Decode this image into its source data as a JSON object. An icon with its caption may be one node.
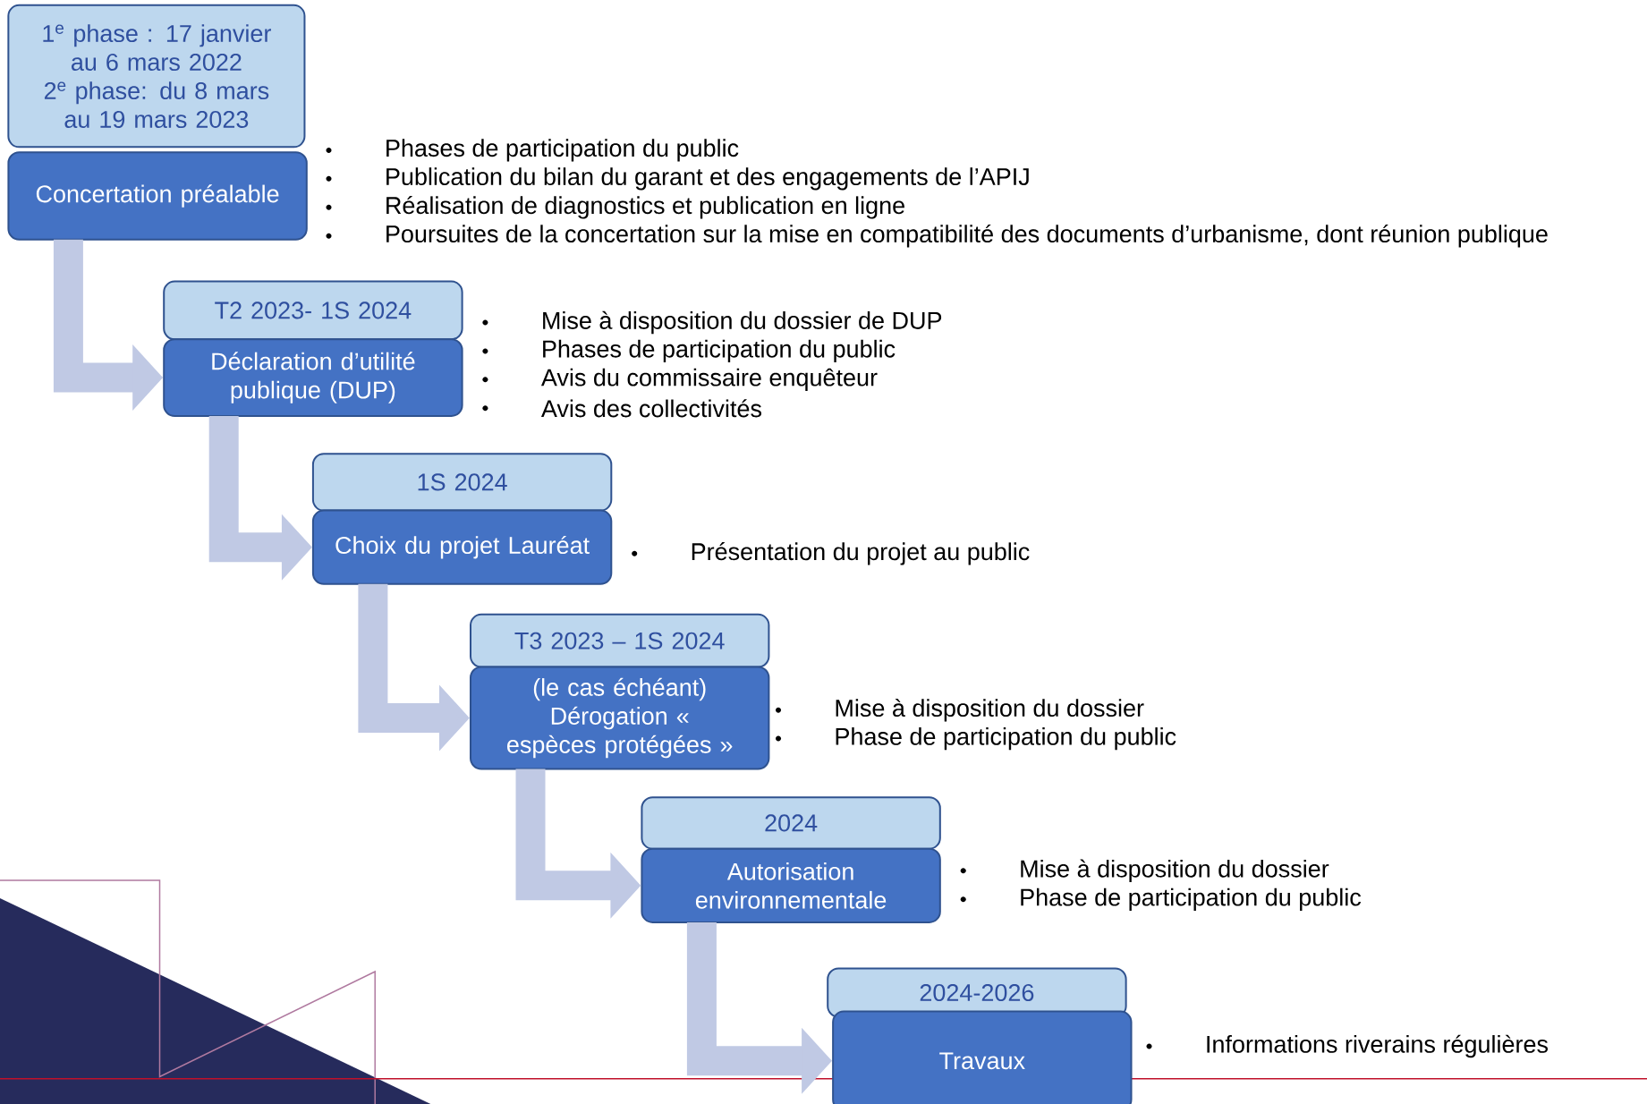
{
  "diagram": {
    "nodes": [
      {
        "text": [
          "1$^{e}$ phase : 17 janvier au 6 mars 2022",
          "2$^{e}$ phase: du 8 mars au 19 mars 2023"
        ]
      },
      {
        "text": [
          "Concertation préalable"
        ],
        "beside": [
          "Phases de participation du public",
          "Publication du bilan du garant et des engagements de l’APIJ",
          "Réalisation de diagnostics et publication en ligne",
          "Poursuites de la concertation sur la mise en compatibilité des documents d’urbanisme, dont réunion publique"
        ]
      },
      {
        "text": [
          "T2 2023- 1S 2024"
        ]
      },
      {
        "text": [
          "Déclaration d’utilité publique (DUP)"
        ],
        "beside": [
          "Mise à disposition du dossier de DUP",
          "Phases de participation du public",
          "Avis du commissaire enquêteur",
          "Avis des collectivités"
        ]
      },
      {
        "text": [
          "1S 2024"
        ]
      },
      {
        "text": [
          "Choix du projet Lauréat"
        ],
        "beside": [
          "Présentation du projet au public"
        ]
      },
      {
        "text": [
          "T3 2023 – 1S 2024"
        ]
      },
      {
        "text": [
          "(le cas échéant) Dérogation « espèces protégées »"
        ],
        "beside": [
          "Mise à disposition du dossier",
          "Phase de participation du public"
        ]
      },
      {
        "text": [
          "2024"
        ]
      },
      {
        "text": [
          "Autorisation environnementale"
        ],
        "beside": [
          "Mise à disposition du dossier",
          "Phase de participation du public"
        ]
      },
      {
        "text": [
          "2024-2026"
        ]
      },
      {
        "text": [
          "Travaux"
        ],
        "beside": [
          "Informations riverains régulières"
        ]
      }
    ],
    "edges": [
      {
        "from": 1,
        "to": 3,
        "arrow": "to"
      },
      {
        "from": 3,
        "to": 5,
        "arrow": "to"
      },
      {
        "from": 5,
        "to": 7,
        "arrow": "to"
      },
      {
        "from": 7,
        "to": 9,
        "arrow": "to"
      },
      {
        "from": 9,
        "to": 11,
        "arrow": "to"
      }
    ]
  }
}
